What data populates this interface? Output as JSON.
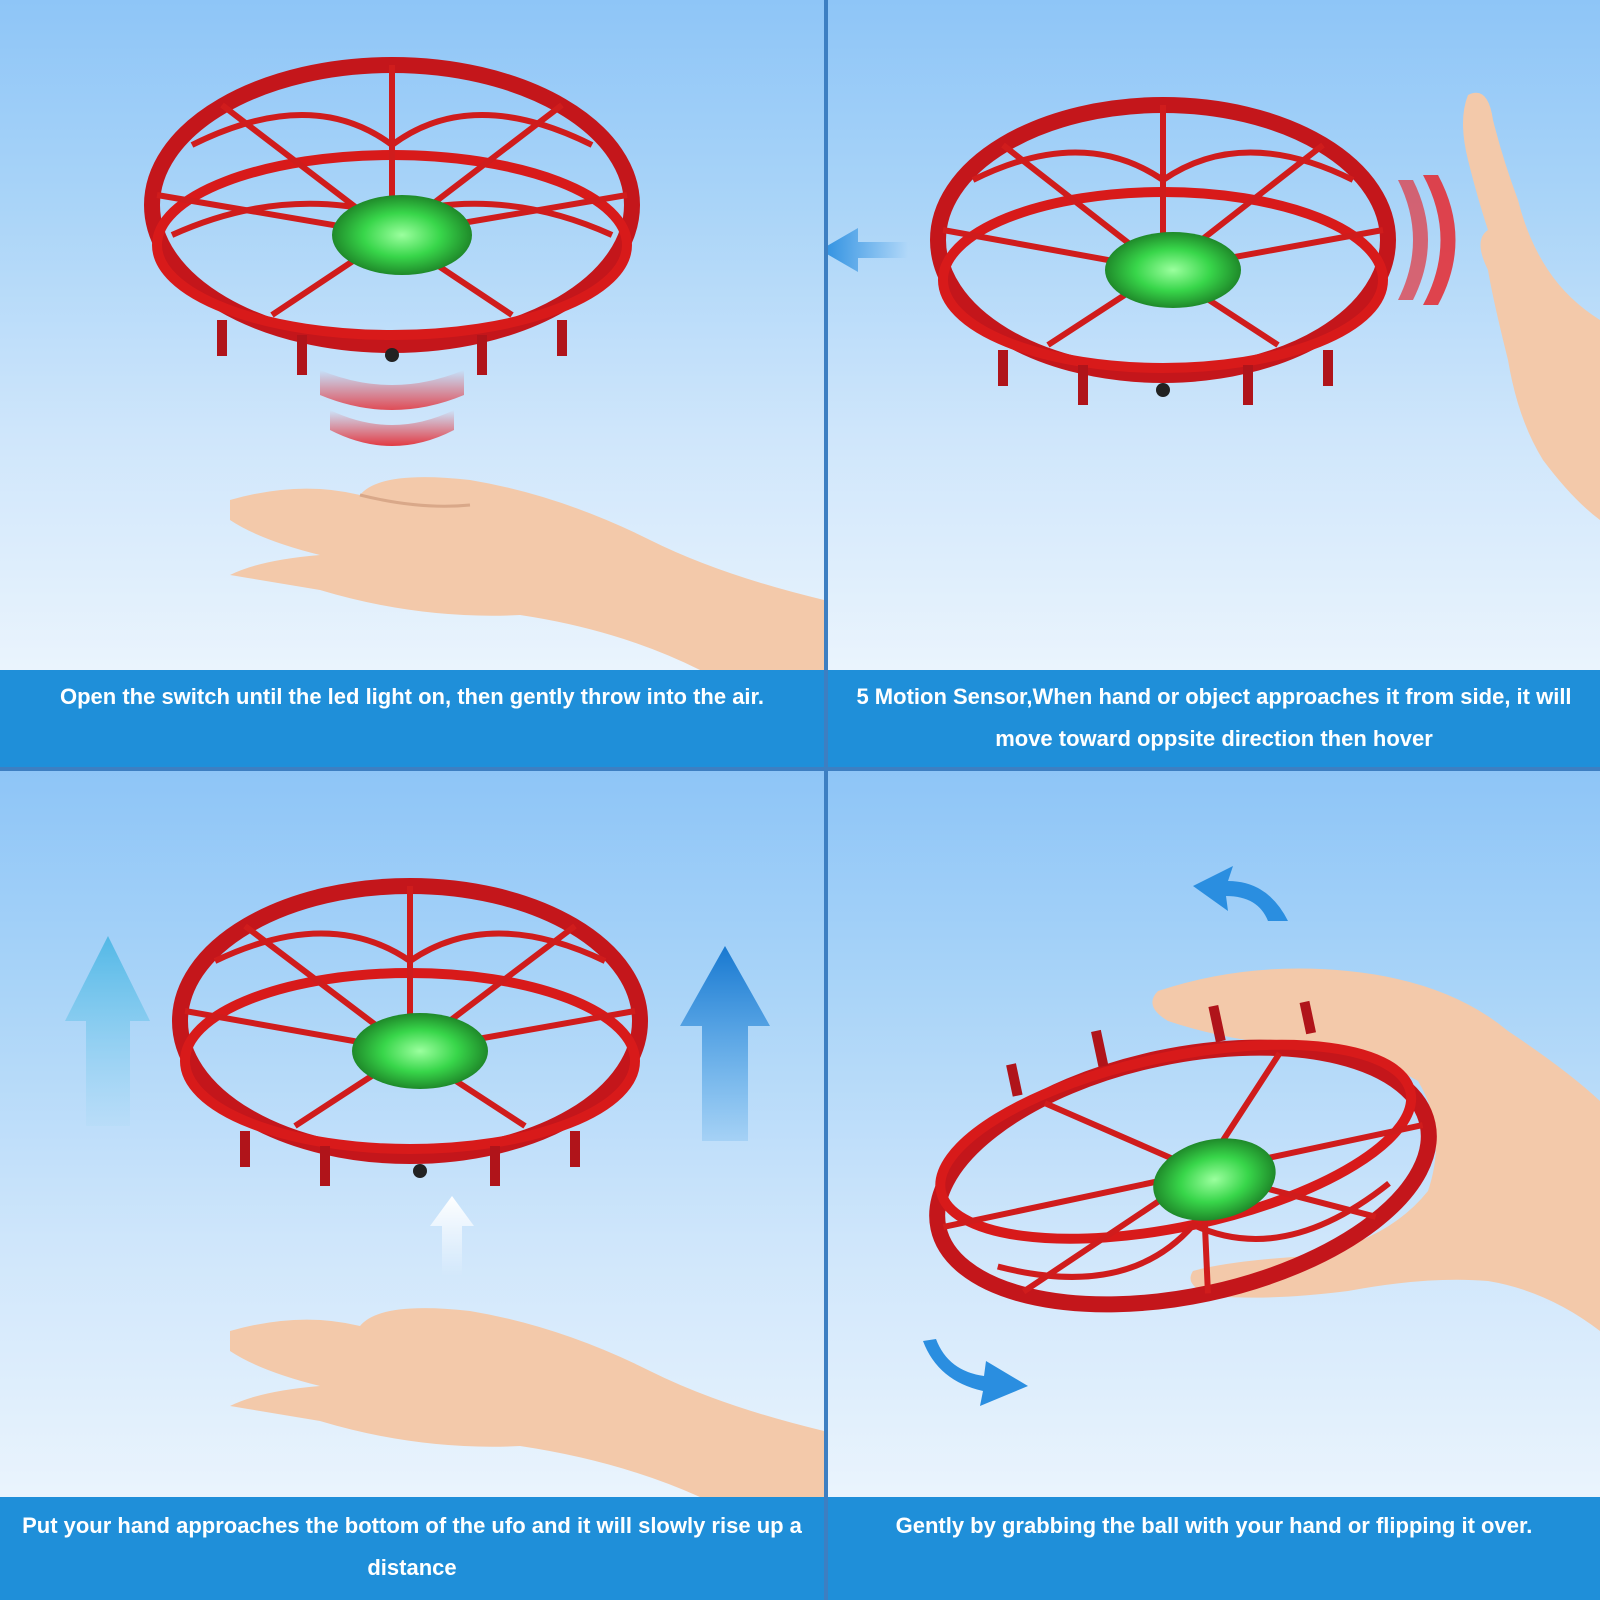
{
  "panels": [
    {
      "caption": "Open the switch until the led light on, then gently throw into the air."
    },
    {
      "caption": "5 Motion Sensor,When hand or object approaches it from side, it will move toward oppsite direction then hover"
    },
    {
      "caption": "Put your hand approaches the bottom of the ufo and it will slowly rise up a distance"
    },
    {
      "caption": "Gently by grabbing the ball with your hand or flipping it over."
    }
  ],
  "colors": {
    "caption_bar": "#1f8fd9",
    "divider": "#3d7fc2",
    "ufo_red": "#d81a1a",
    "led_green": "#38d64a",
    "arrow_blue": "#2a8ee0",
    "skin": "#f3c9aa"
  },
  "icons": [
    "ufo-drone",
    "led-light",
    "hand",
    "motion-waves",
    "arrow-left",
    "arrow-up",
    "curved-arrow"
  ]
}
